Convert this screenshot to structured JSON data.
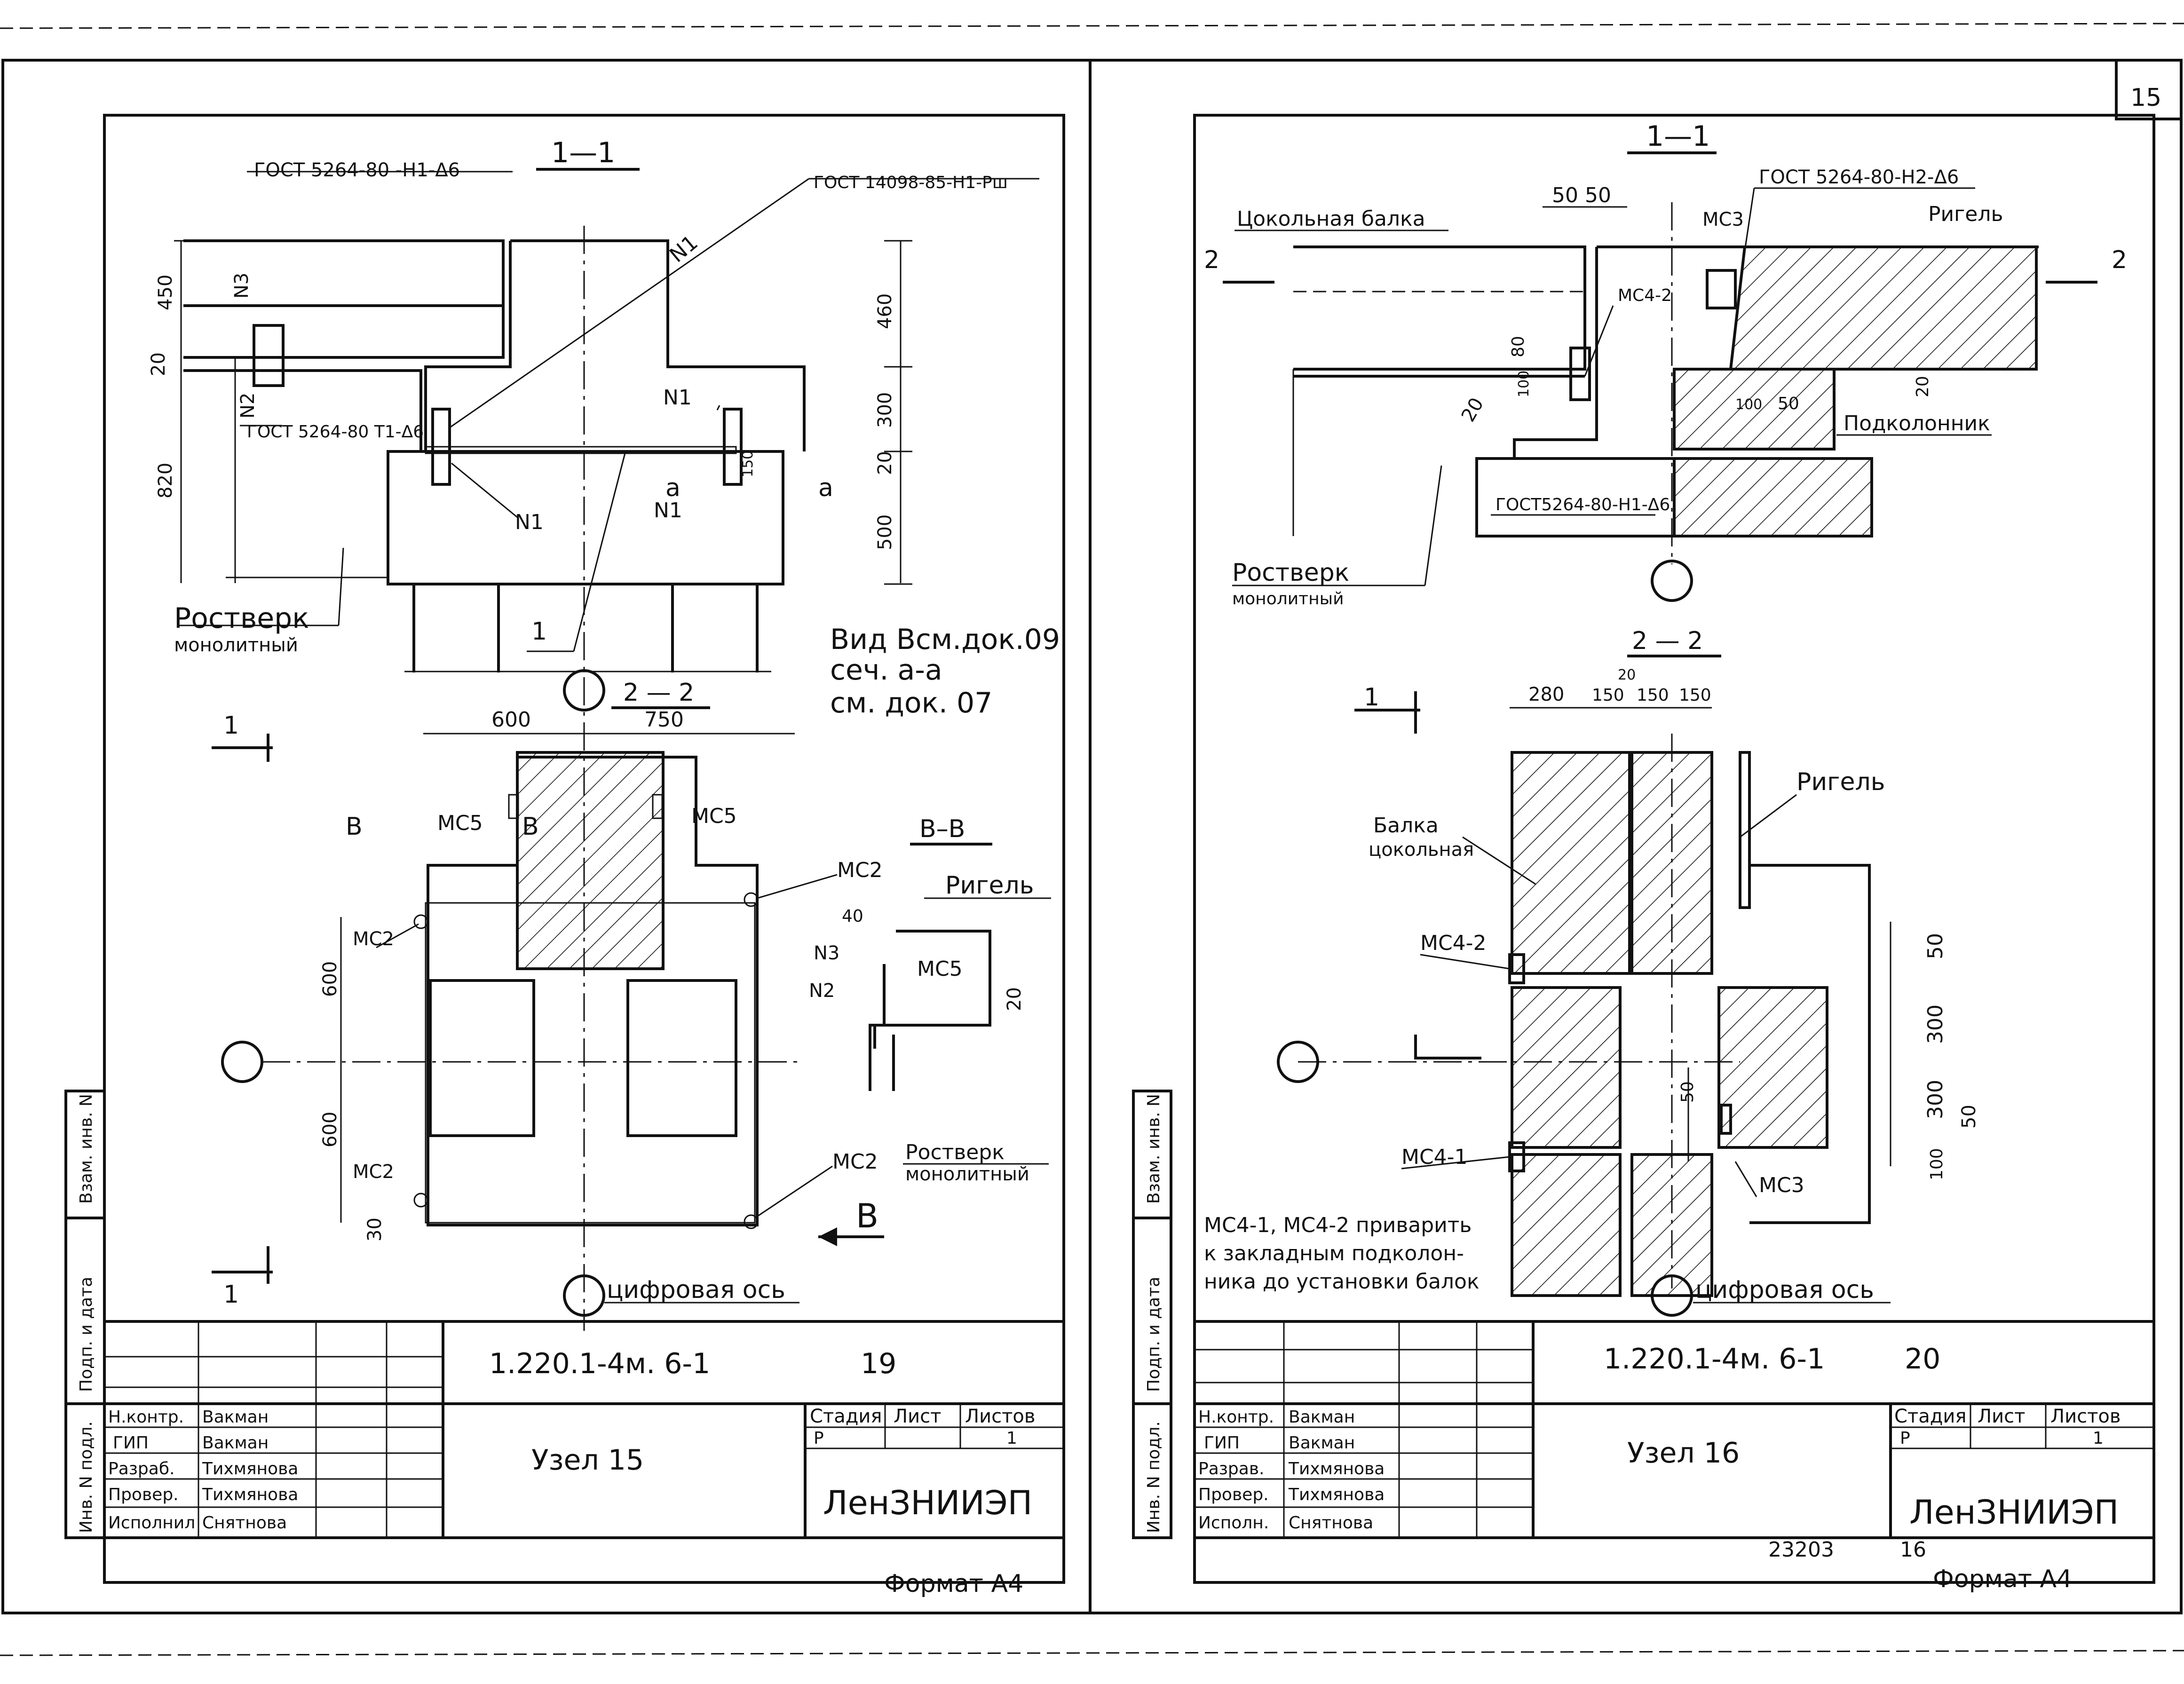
{
  "sheet_number": "15",
  "left": {
    "section_1_1": "1—1",
    "section_2_2": "2 — 2",
    "section_b_b": "В–В",
    "gost_1": "ГОСТ 5264-80 -Н1-Δ6",
    "gost_2": "ГОСТ 14098-85-Н1-Рш",
    "gost_3": "ГОСТ 5264-80 Т1-Δ6",
    "n1": "N1",
    "n2": "N2",
    "n3": "N3",
    "rostverk": "Ростверк",
    "monolitny": "монолитный",
    "mark_1": "1",
    "dims": {
      "d450": "450",
      "d20a": "20",
      "d820": "820",
      "d460": "460",
      "d300": "300",
      "d20b": "20",
      "d500": "500",
      "d150": "150",
      "d600a": "600",
      "d750": "750",
      "d600b": "600",
      "d600c": "600",
      "d30": "30",
      "d40": "40",
      "d20c": "20"
    },
    "a_mark": "а",
    "vid_note_1": "Вид Всм.док.09",
    "vid_note_2": "сеч. а-а",
    "vid_note_3": "см. док. 07",
    "mc2": "МС2",
    "mc5": "МС5",
    "ригель": "Ригель",
    "b_mark": "В",
    "b_arrow": "В",
    "axis_label": "цифровая ось",
    "title_block": {
      "doc_code": "1.220.1-4м. 6-1",
      "sheet": "19",
      "node": "Узел 15",
      "stage_h": "Стадия",
      "sheet_h": "Лист",
      "sheets_h": "Листов",
      "stage": "Р",
      "sheets": "1",
      "org": "ЛенЗНИИЭП",
      "rows": [
        {
          "role": "Н.контр.",
          "name": "Вакман"
        },
        {
          "role": "ГИП",
          "name": "Вакман"
        },
        {
          "role": "Разраб.",
          "name": "Тихмянова"
        },
        {
          "role": "Провер.",
          "name": "Тихмянова"
        },
        {
          "role": "Исполнил",
          "name": "Снятнова"
        }
      ]
    },
    "format": "Формат А4"
  },
  "right": {
    "section_1_1": "1—1",
    "section_2_2": "2 — 2",
    "cokol_balka": "Цокольная балка",
    "gost_1": "ГОСТ 5264-80-Н2-Δ6",
    "gost_2": "ГОСТ5264-80-Н1-Δ6",
    "mc3": "МС3",
    "mc4_2": "МС4-2",
    "mc4_1": "МС4-1",
    "rigel": "Ригель",
    "podkolonnik": "Подколонник",
    "rostverk": "Ростверк",
    "monolitny": "монолитный",
    "balka": "Балка",
    "cokolnaya": "цокольная",
    "dims": {
      "d50a": "50",
      "d50b": "50",
      "d80": "80",
      "d100": "100",
      "d20a": "20",
      "d100b": "100",
      "d50c": "50",
      "d20b": "20",
      "d280": "280",
      "d150a": "150",
      "d20c": "20",
      "d150b": "150",
      "d150c": "150",
      "d50d": "50",
      "d300a": "300",
      "d300b": "300",
      "d50e": "50",
      "d100c": "100",
      "d50f": "50"
    },
    "note_1": "МС4-1, МС4-2 приварить",
    "note_2": "к закладным подколон-",
    "note_3": "ника до установки балок",
    "axis_label": "цифровая ось",
    "title_block": {
      "doc_code": "1.220.1-4м. 6-1",
      "sheet": "20",
      "node": "Узел 16",
      "stage_h": "Стадия",
      "sheet_h": "Лист",
      "sheets_h": "Листов",
      "stage": "Р",
      "sheets": "1",
      "org": "ЛенЗНИИЭП",
      "rows": [
        {
          "role": "Н.контр.",
          "name": "Вакман"
        },
        {
          "role": "ГИП",
          "name": "Вакман"
        },
        {
          "role": "Разрав.",
          "name": "Тихмянова"
        },
        {
          "role": "Провер.",
          "name": "Тихмянова"
        },
        {
          "role": "Исполн.",
          "name": "Снятнова"
        }
      ]
    },
    "archive_no": "23203",
    "page_no": "16",
    "format": "Формат А4"
  },
  "side_stamp": {
    "vzam": "Взам. инв. N",
    "podp": "Подп. и дата",
    "inv": "Инв. N подл."
  }
}
